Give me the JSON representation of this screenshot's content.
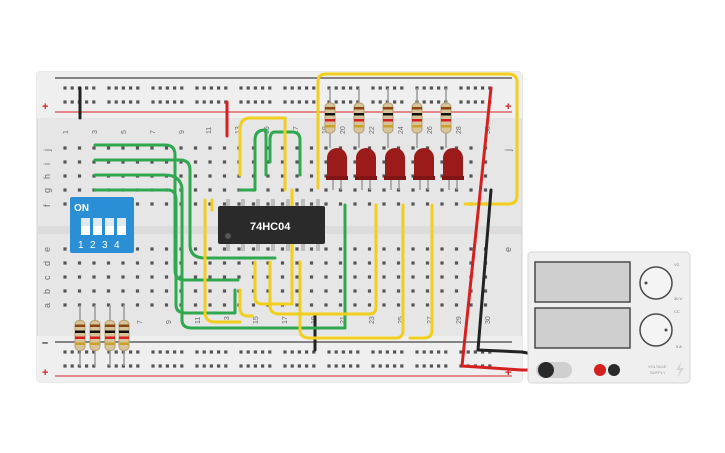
{
  "breadboard": {
    "power_plus_sign": "+",
    "power_minus_sign": "–",
    "row_labels_top": [
      "j",
      "i",
      "h",
      "g",
      "f"
    ],
    "row_labels_bottom": [
      "e",
      "d",
      "c",
      "b",
      "a"
    ],
    "column_numbers_top": [
      "1",
      "3",
      "5",
      "7",
      "9",
      "11",
      "13",
      "15",
      "17",
      "19",
      "20",
      "22",
      "24",
      "26",
      "28",
      "30"
    ],
    "column_numbers_bottom": [
      "7",
      "9",
      "11",
      "13",
      "15",
      "17",
      "19",
      "21",
      "23",
      "25",
      "27",
      "29",
      "30"
    ]
  },
  "chip": {
    "label": "74HC04"
  },
  "dip_switch": {
    "on_label": "ON",
    "positions": [
      "1",
      "2",
      "3",
      "4"
    ]
  },
  "leds": {
    "count": 5,
    "color": "#9b1b1b"
  },
  "power_supply": {
    "label_line1": "VOLTAGE",
    "label_line2": "SUPPLY",
    "voltage_knob_mark": "30 V",
    "current_knob_mark": "5 A",
    "knob1_caption": "VC",
    "knob2_caption": "CC"
  },
  "colors": {
    "board": "#e9e9e9",
    "wire_green": "#2fa84f",
    "wire_yellow": "#f2cf1d",
    "wire_red": "#d62020",
    "wire_black": "#222222",
    "dip_blue": "#2b8fd6"
  }
}
